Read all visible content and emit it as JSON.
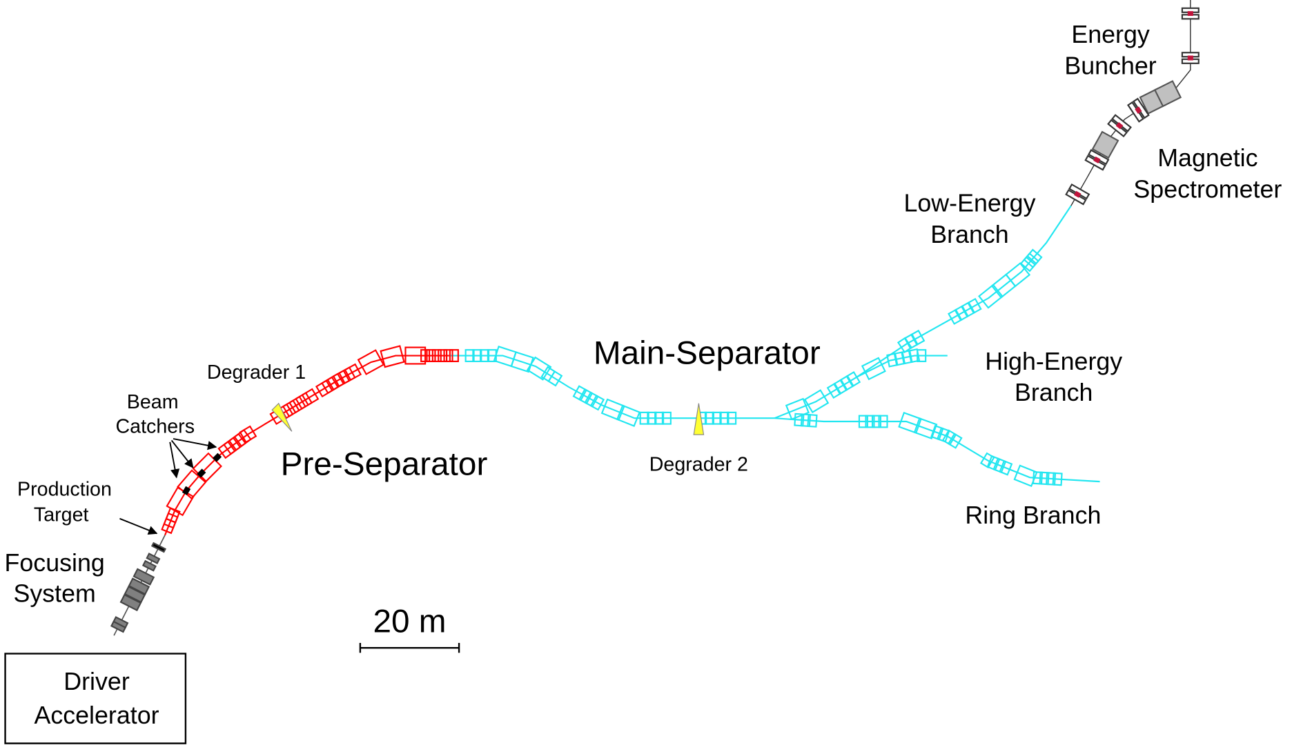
{
  "labels": {
    "energy_buncher": [
      "Energy",
      "Buncher"
    ],
    "magnetic_spectrometer": [
      "Magnetic",
      "Spectrometer"
    ],
    "low_energy_branch": [
      "Low-Energy",
      "Branch"
    ],
    "high_energy_branch": [
      "High-Energy",
      "Branch"
    ],
    "ring_branch": "Ring Branch",
    "main_separator": "Main-Separator",
    "pre_separator": "Pre-Separator",
    "degrader_1": "Degrader 1",
    "degrader_2": "Degrader 2",
    "beam_catchers": [
      "Beam",
      "Catchers"
    ],
    "production_target": [
      "Production",
      "Target"
    ],
    "focusing_system": [
      "Focusing",
      "System"
    ],
    "driver_accelerator": [
      "Driver",
      "Accelerator"
    ]
  },
  "scale_bar": {
    "label": "20 m",
    "length_m": 20
  },
  "colors": {
    "pre_separator": "#ff0000",
    "main_separator": "#22e6f0",
    "focusing": "#808080",
    "degrader": "#ffff33",
    "spectrometer": "#c0c0c0",
    "spectrometer_coil": "#c0143c"
  }
}
